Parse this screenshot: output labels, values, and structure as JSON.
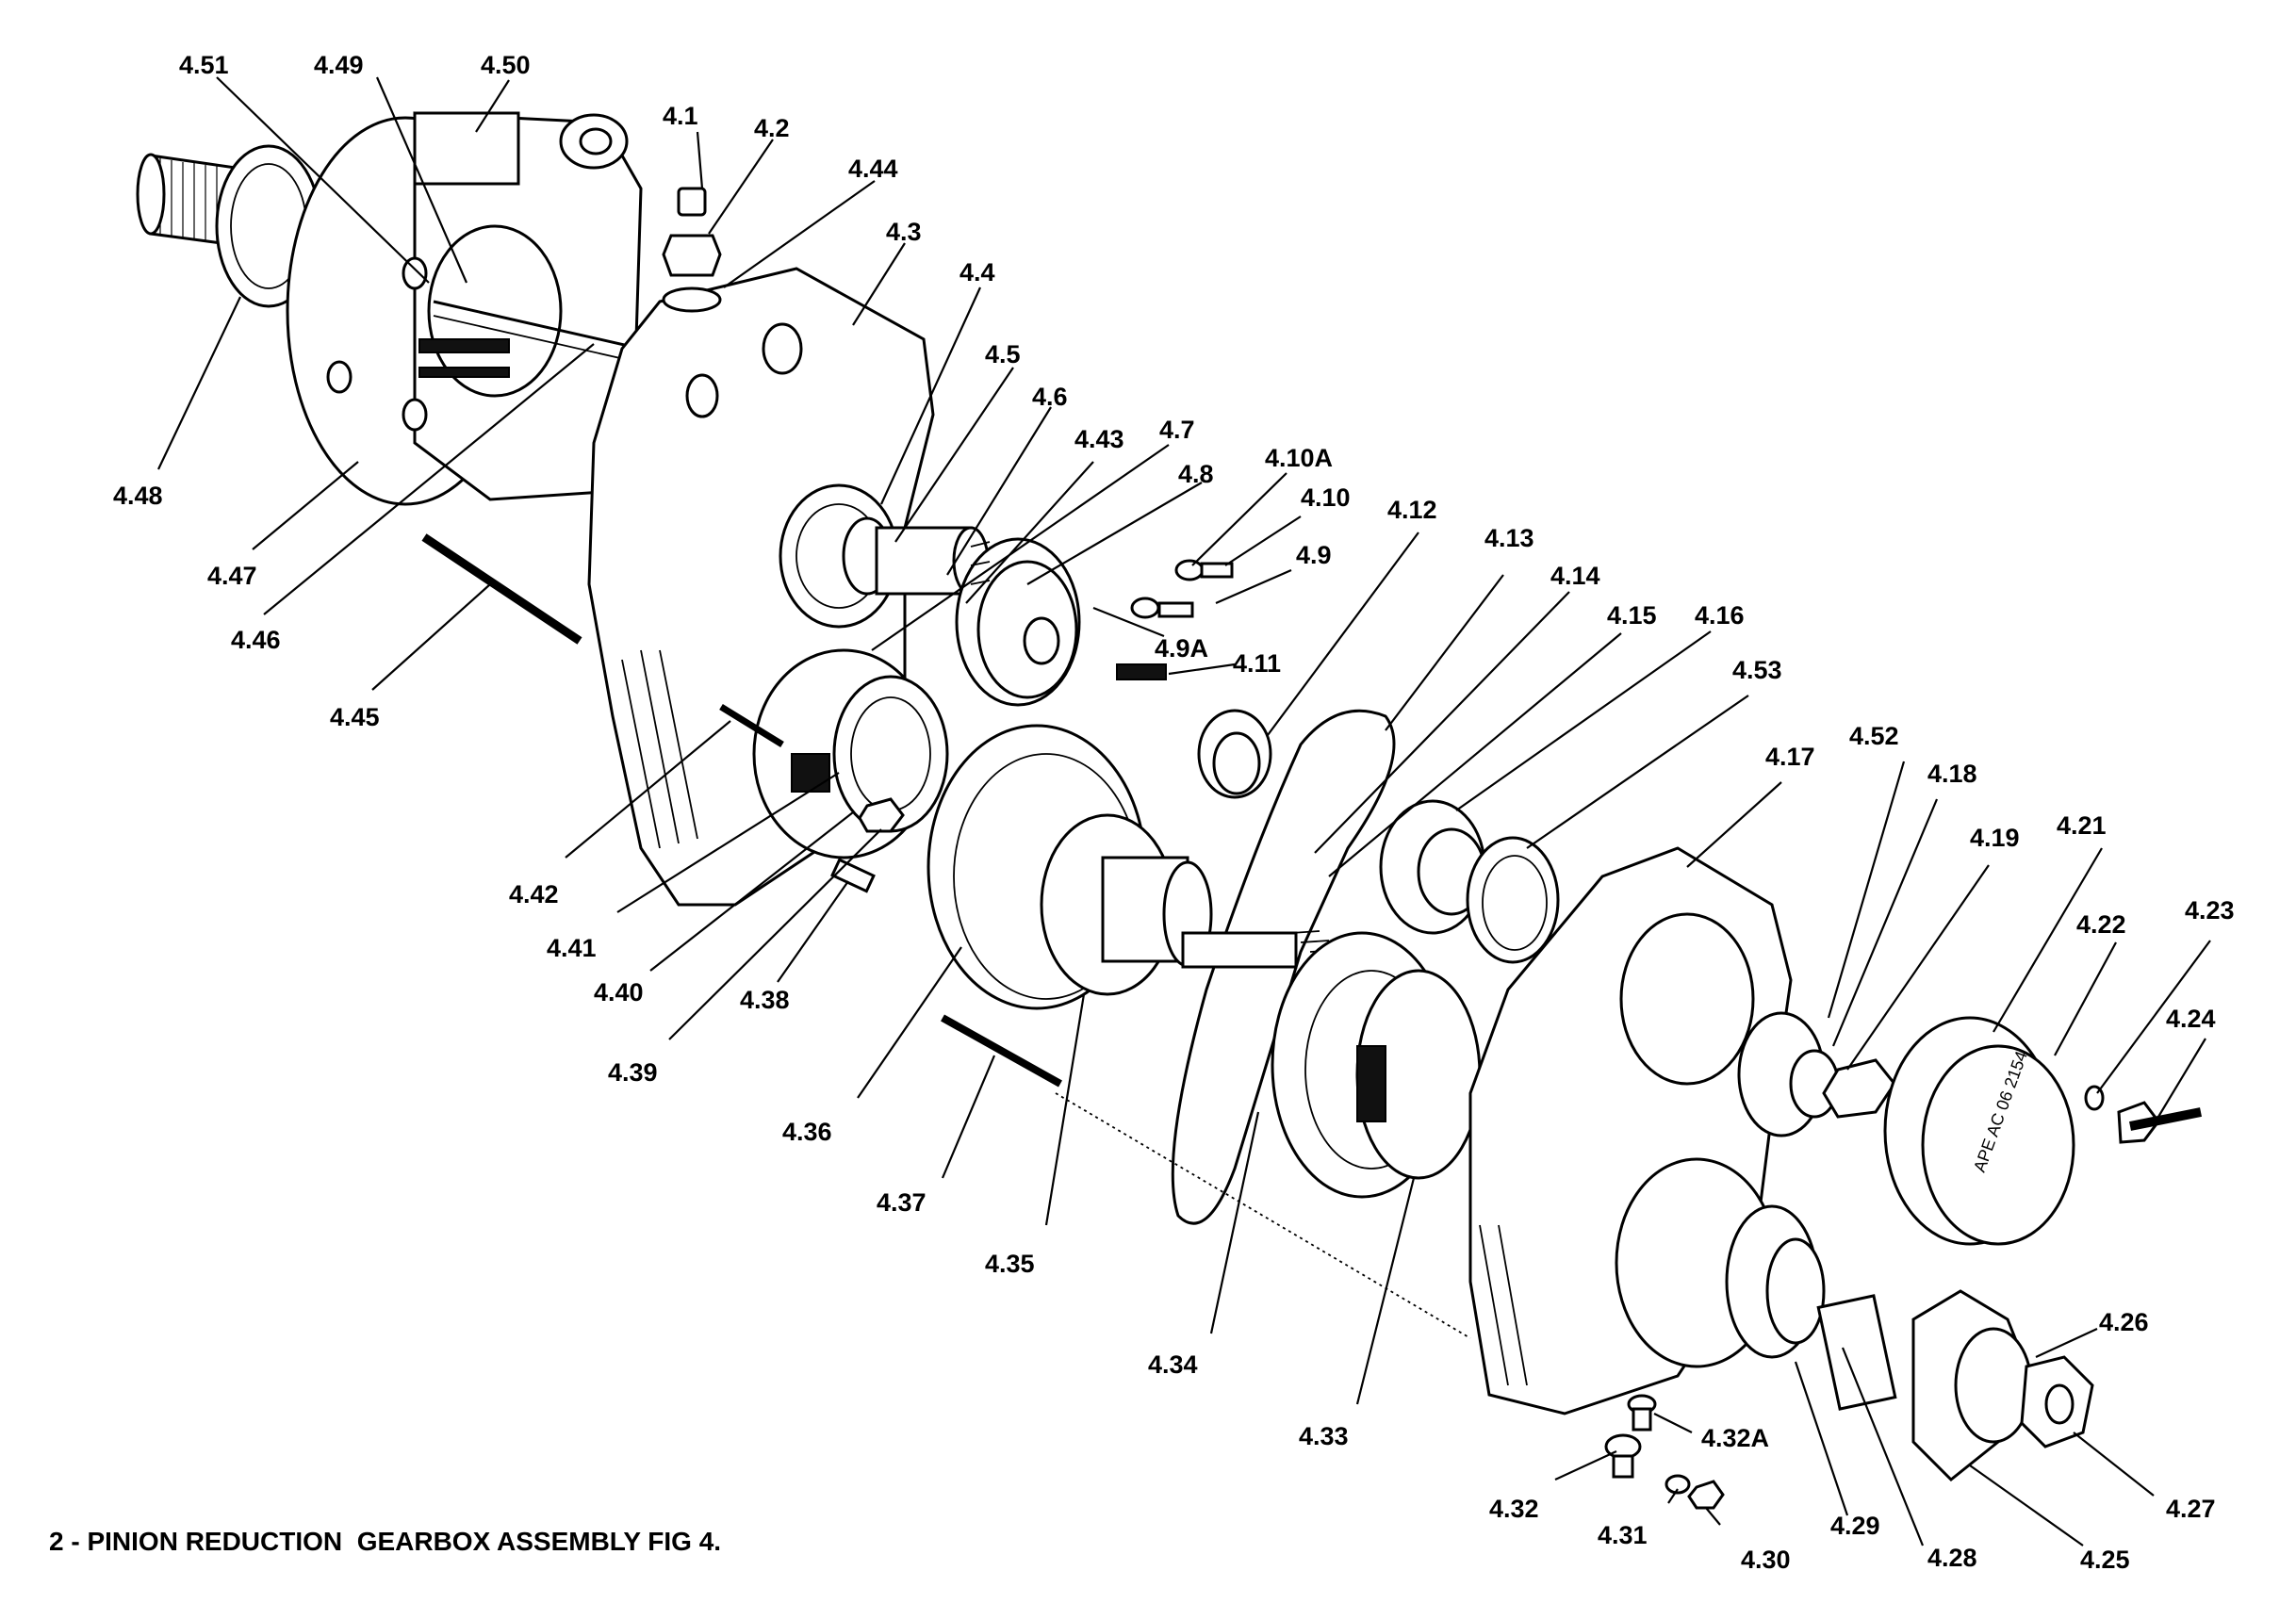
{
  "caption": "2 - PINION REDUCTION  GEARBOX ASSEMBLY FIG 4.",
  "labels": {
    "l4_51": "4.51",
    "l4_49": "4.49",
    "l4_50": "4.50",
    "l4_1": "4.1",
    "l4_2": "4.2",
    "l4_44": "4.44",
    "l4_3": "4.3",
    "l4_4": "4.4",
    "l4_5": "4.5",
    "l4_6": "4.6",
    "l4_43": "4.43",
    "l4_7": "4.7",
    "l4_8": "4.8",
    "l4_10A": "4.10A",
    "l4_10": "4.10",
    "l4_9": "4.9",
    "l4_9A": "4.9A",
    "l4_11": "4.11",
    "l4_12": "4.12",
    "l4_13": "4.13",
    "l4_14": "4.14",
    "l4_15": "4.15",
    "l4_16": "4.16",
    "l4_53": "4.53",
    "l4_17": "4.17",
    "l4_52": "4.52",
    "l4_18": "4.18",
    "l4_19": "4.19",
    "l4_21": "4.21",
    "l4_22": "4.22",
    "l4_23": "4.23",
    "l4_24": "4.24",
    "l4_48": "4.48",
    "l4_47": "4.47",
    "l4_46": "4.46",
    "l4_45": "4.45",
    "l4_42": "4.42",
    "l4_41": "4.41",
    "l4_40": "4.40",
    "l4_38": "4.38",
    "l4_39": "4.39",
    "l4_36": "4.36",
    "l4_37": "4.37",
    "l4_35": "4.35",
    "l4_34": "4.34",
    "l4_33": "4.33",
    "l4_32A": "4.32A",
    "l4_32": "4.32",
    "l4_31": "4.31",
    "l4_30": "4.30",
    "l4_29": "4.29",
    "l4_28": "4.28",
    "l4_25": "4.25",
    "l4_27": "4.27",
    "l4_26": "4.26"
  },
  "cover_stamp": "APE AC 06 2154"
}
